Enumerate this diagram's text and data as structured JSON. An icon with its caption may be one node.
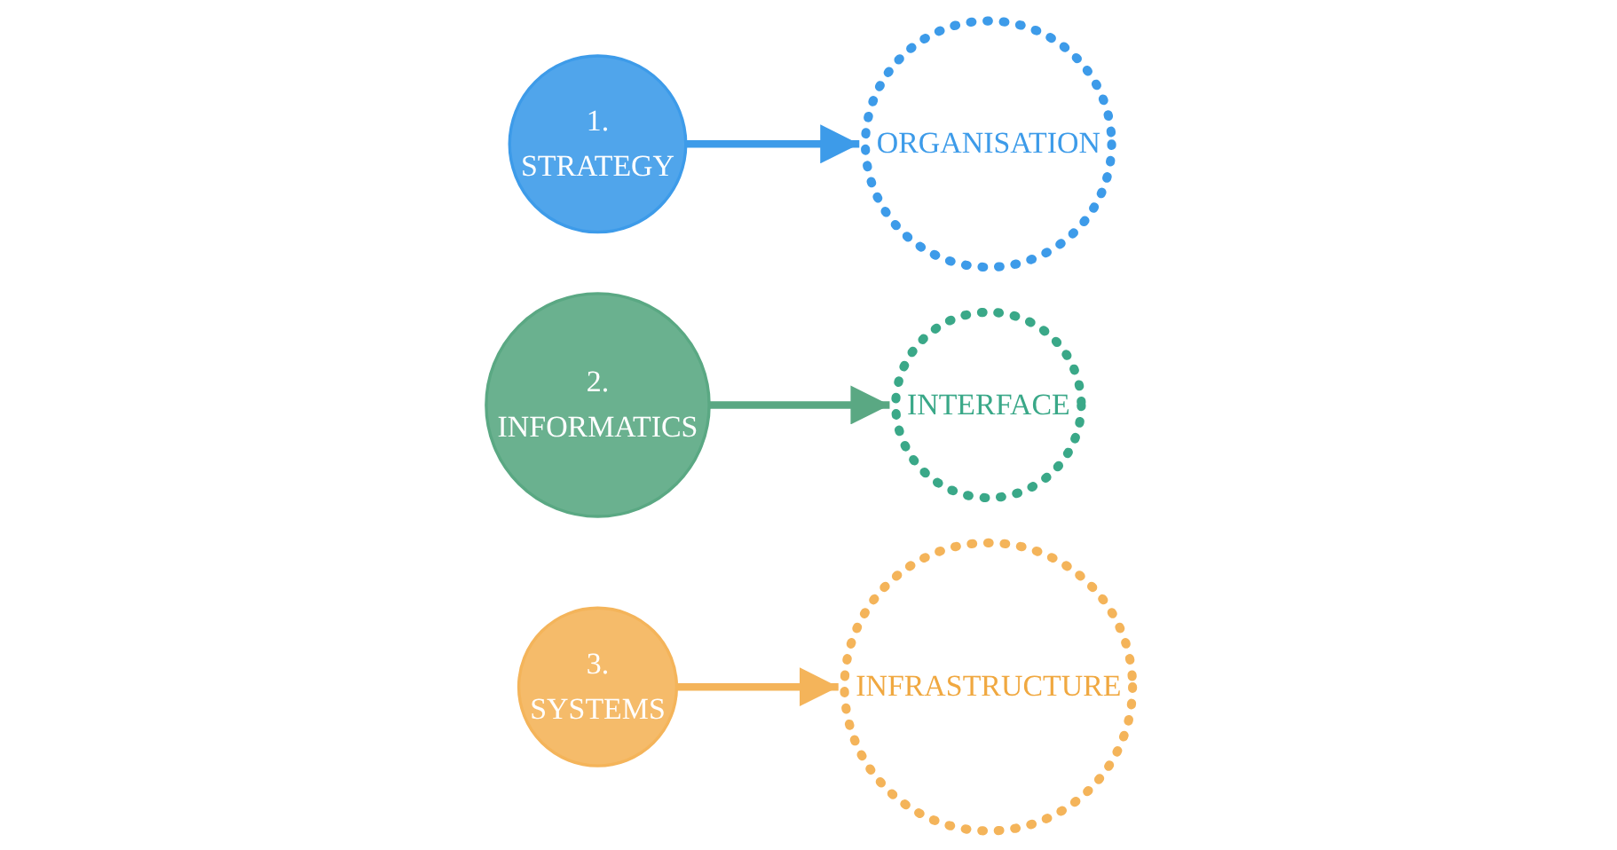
{
  "diagram": {
    "nodes": [
      {
        "text": [
          "1.",
          "STRATEGY"
        ]
      },
      {
        "text": [
          "2.",
          "INFORMATICS"
        ]
      },
      {
        "text": [
          "3.",
          "SYSTEMS"
        ]
      },
      {
        "text": [
          "ORGANISATION"
        ]
      },
      {
        "text": [
          "INTERFACE"
        ]
      },
      {
        "text": [
          "INFRASTRUCTURE"
        ]
      }
    ],
    "edges": [
      {
        "from": 0,
        "to": 3,
        "arrow": "to",
        "color": "#3d9be9"
      },
      {
        "from": 1,
        "to": 4,
        "arrow": "to",
        "color": "#5aa883"
      },
      {
        "from": 2,
        "to": 5,
        "arrow": "to",
        "color": "#f4b45a"
      }
    ]
  }
}
